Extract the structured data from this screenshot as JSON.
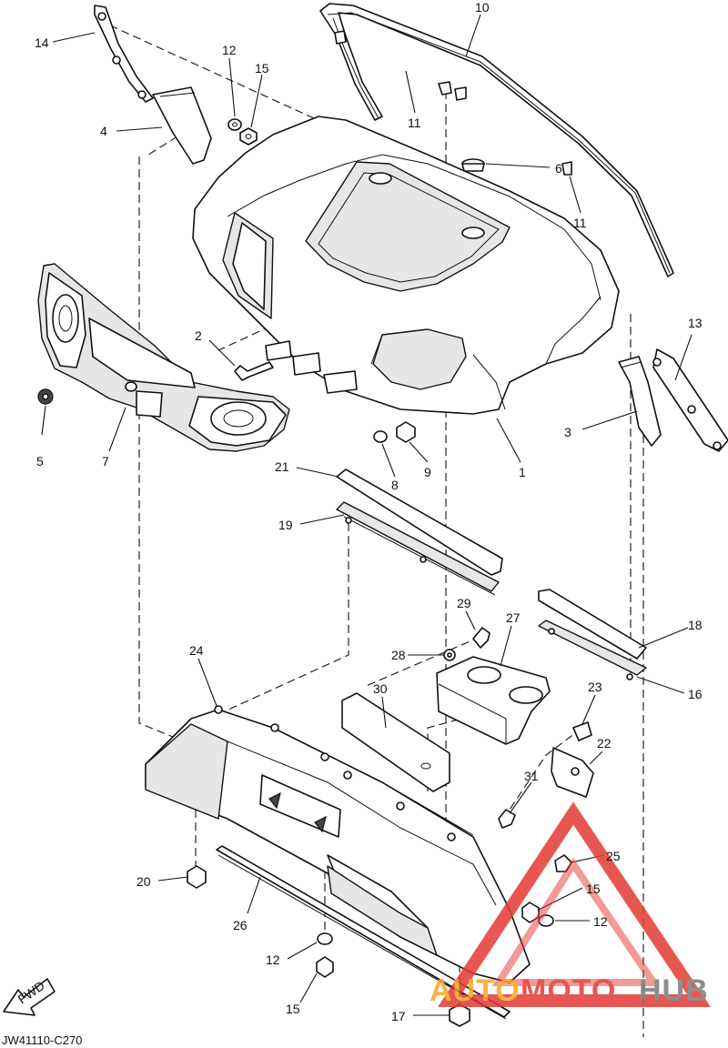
{
  "diagram": {
    "code": "JW41110-C270",
    "fwd_label": "FWD",
    "watermark": {
      "auto": "AUTO",
      "moto": "MOTO",
      "hub": "HUB",
      "red": "#e53935",
      "orange": "#f5a623",
      "gray": "#7a7a7a"
    },
    "callouts": {
      "c1": "1",
      "c2": "2",
      "c3": "3",
      "c4": "4",
      "c5": "5",
      "c6": "6",
      "c7": "7",
      "c8": "8",
      "c9": "9",
      "c10": "10",
      "c11a": "11",
      "c11b": "11",
      "c12a": "12",
      "c12b": "12",
      "c12c": "12",
      "c13": "13",
      "c14": "14",
      "c15a": "15",
      "c15b": "15",
      "c15c": "15",
      "c16": "16",
      "c17": "17",
      "c18": "18",
      "c19": "19",
      "c20": "20",
      "c21": "21",
      "c22": "22",
      "c23": "23",
      "c24": "24",
      "c25": "25",
      "c26": "26",
      "c27": "27",
      "c28": "28",
      "c29": "29",
      "c30": "30",
      "c31": "31"
    }
  }
}
